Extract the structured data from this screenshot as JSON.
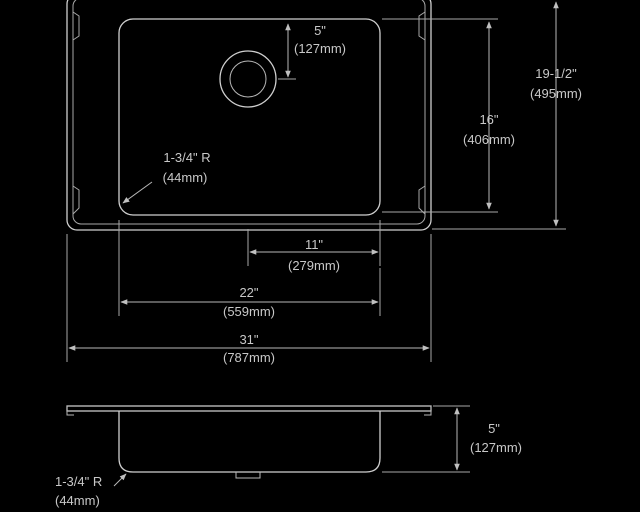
{
  "drawing": {
    "top_view": {
      "dim_drain_offset": {
        "imperial": "5\"",
        "metric": "(127mm)"
      },
      "dim_bowl_depth_front_back": {
        "imperial": "16\"",
        "metric": "(406mm)"
      },
      "dim_overall_front_back": {
        "imperial": "19-1/2\"",
        "metric": "(495mm)"
      },
      "dim_corner_radius": {
        "imperial": "1-3/4\" R",
        "metric": "(44mm)"
      },
      "dim_drain_center": {
        "imperial": "11\"",
        "metric": "(279mm)"
      },
      "dim_bowl_width": {
        "imperial": "22\"",
        "metric": "(559mm)"
      },
      "dim_overall_width": {
        "imperial": "31\"",
        "metric": "(787mm)"
      }
    },
    "side_view": {
      "dim_depth": {
        "imperial": "5\"",
        "metric": "(127mm)"
      },
      "dim_corner_radius": {
        "imperial": "1-3/4\" R",
        "metric": "(44mm)"
      }
    }
  }
}
